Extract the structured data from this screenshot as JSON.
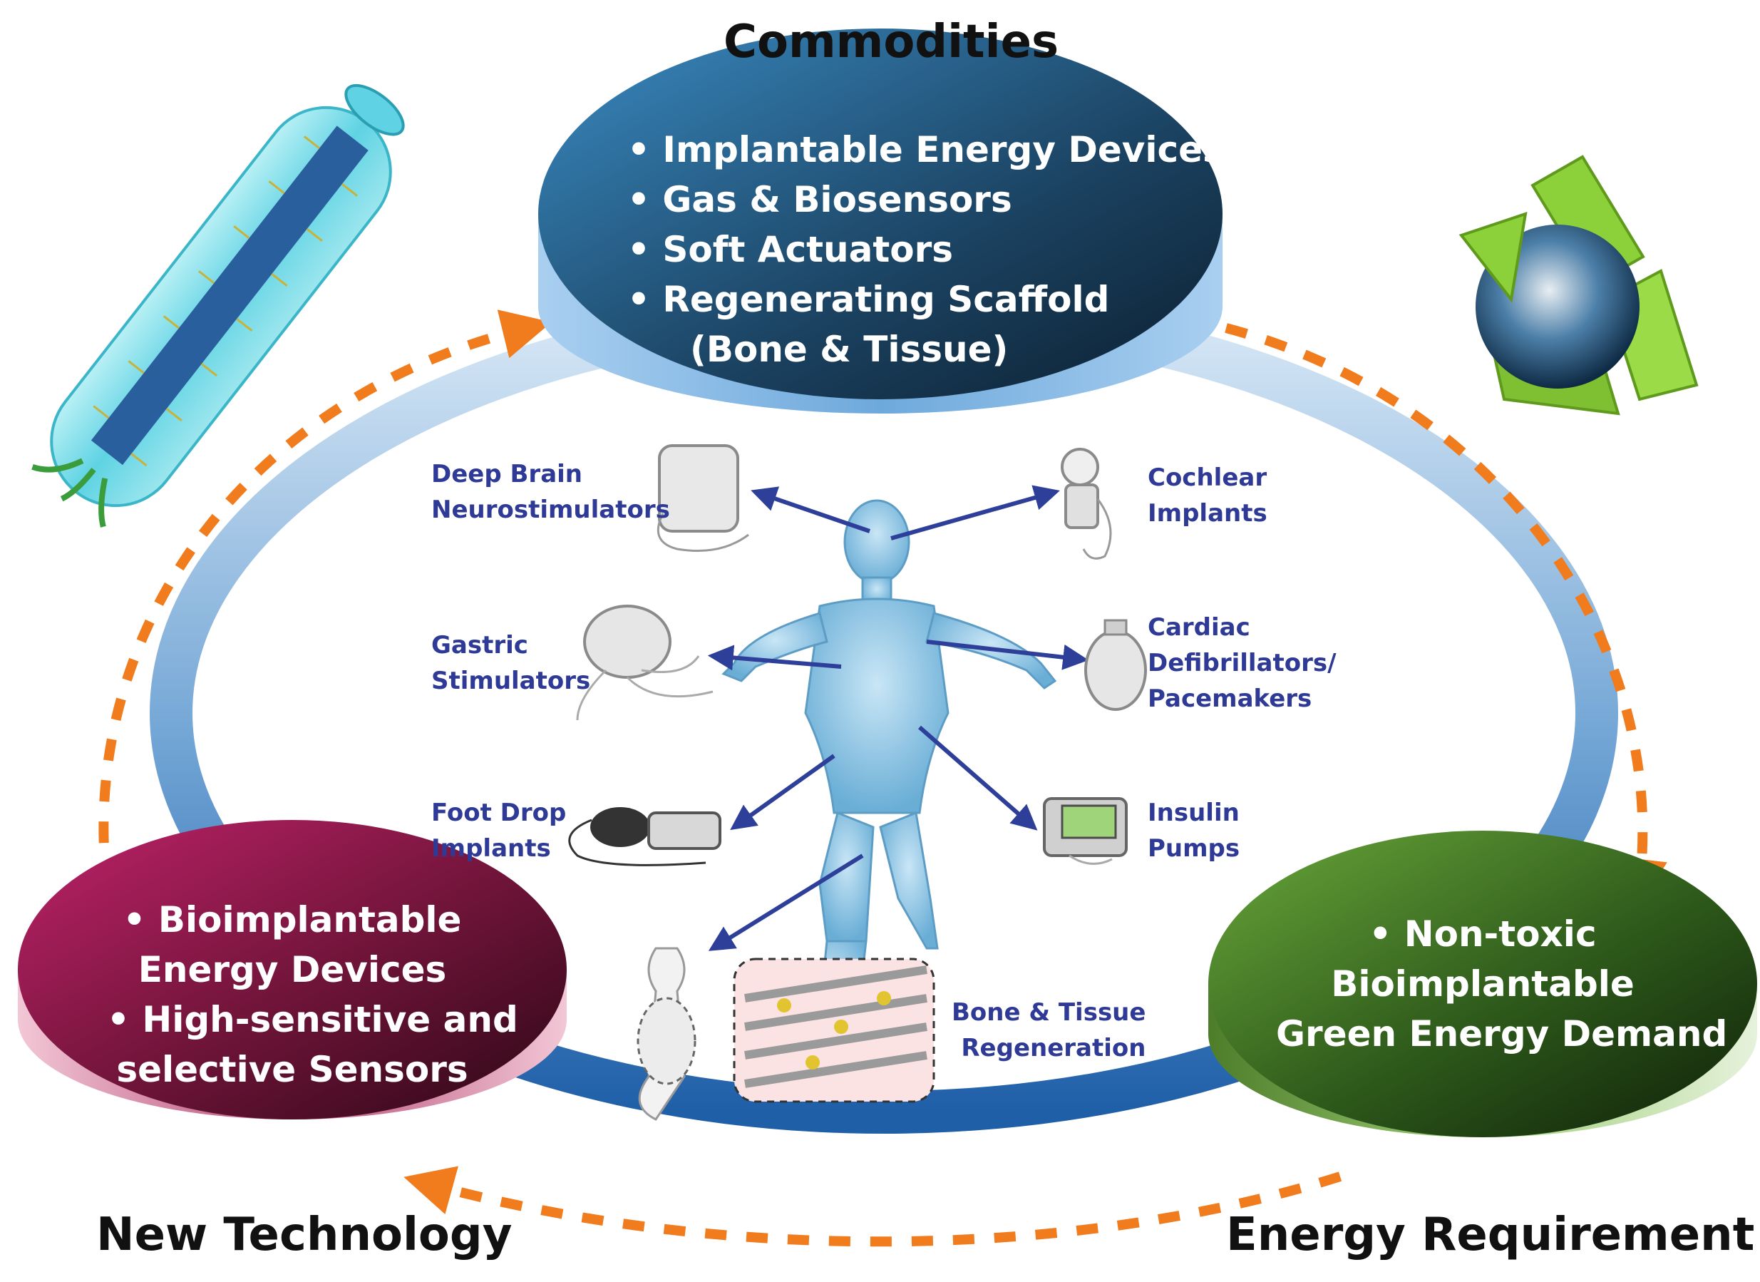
{
  "headings": {
    "top": "Commodities",
    "bottom_left": "New Technology",
    "bottom_right": "Energy Requirement"
  },
  "top_disk": {
    "lines": [
      "• Implantable Energy Devices",
      "• Gas & Biosensors",
      "• Soft Actuators",
      "• Regenerating Scaffold",
      "(Bone & Tissue)"
    ],
    "color": "#1a4b6e"
  },
  "left_disk": {
    "lines": [
      "• Bioimplantable",
      "Energy Devices",
      "• High-sensitive and",
      "selective Sensors"
    ],
    "color": "#8a1a4a"
  },
  "right_disk": {
    "lines": [
      "• Non-toxic",
      "Bioimplantable",
      "Green Energy Demand"
    ],
    "color": "#2f5a1c"
  },
  "devices": {
    "deep_brain": [
      "Deep Brain",
      "Neurostimulators"
    ],
    "cochlear": [
      "Cochlear",
      "Implants"
    ],
    "gastric": [
      "Gastric",
      "Stimulators"
    ],
    "cardiac": [
      "Cardiac",
      "Defibrillators/",
      "Pacemakers"
    ],
    "foot_drop": [
      "Foot Drop",
      "Implants"
    ],
    "insulin": [
      "Insulin",
      "Pumps"
    ],
    "bone": [
      "Bone & Tissue",
      "Regeneration"
    ]
  },
  "colors": {
    "ring": "#2f6fb3",
    "dashed_arrow": "#f07c1e",
    "label": "#2e3a96",
    "body": "#8fc6e8",
    "recycle": "#8cd13a"
  },
  "icons": [
    "capsule-icon",
    "recycle-earth-icon",
    "human-body-icon",
    "neurostimulator-icon",
    "cochlear-implant-icon",
    "gastric-stimulator-icon",
    "pacemaker-icon",
    "foot-drop-implant-icon",
    "insulin-pump-icon",
    "bone-scaffold-icon"
  ]
}
